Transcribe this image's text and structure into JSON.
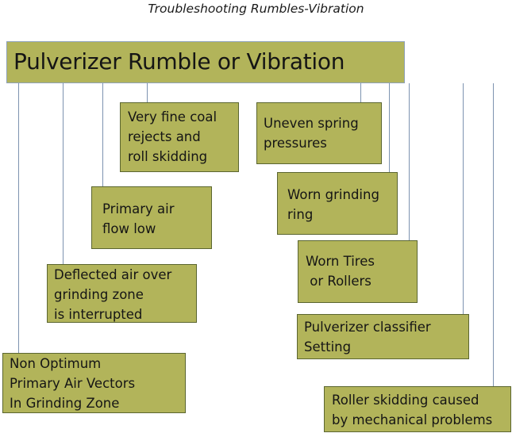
{
  "title": "Troubleshooting Rumbles-Vibration",
  "root": {
    "label": "Pulverizer Rumble or Vibration"
  },
  "colors": {
    "box_fill": "#b2b45a",
    "box_border": "#5b6630",
    "connector": "#7d93b0"
  },
  "causes": [
    {
      "id": "very-fine-coal",
      "label": "Very fine coal\nrejects and\nroll skidding"
    },
    {
      "id": "primary-air-flow-low",
      "label": "Primary air\nflow low"
    },
    {
      "id": "deflected-air",
      "label": "Deflected air over\ngrinding zone\nis interrupted"
    },
    {
      "id": "non-optimum-air-vectors",
      "label": "Non Optimum\nPrimary Air Vectors\nIn Grinding Zone"
    },
    {
      "id": "uneven-spring-pressures",
      "label": "Uneven spring\npressures"
    },
    {
      "id": "worn-grinding-ring",
      "label": "Worn grinding\nring"
    },
    {
      "id": "worn-tires-rollers",
      "label": "Worn Tires\n or Rollers"
    },
    {
      "id": "classifier-setting",
      "label": "Pulverizer classifier\nSetting"
    },
    {
      "id": "roller-skidding-mechanical",
      "label": "Roller skidding caused\nby mechanical problems"
    }
  ]
}
